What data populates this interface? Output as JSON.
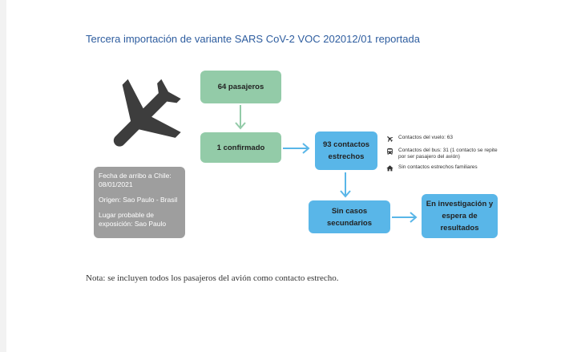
{
  "title": "Tercera importación de variante SARS CoV-2 VOC 202012/01 reportada",
  "boxes": {
    "pasajeros": "64 pasajeros",
    "confirmado": "1 confirmado",
    "contactos": "93 contactos estrechos",
    "sin_casos": "Sin casos secundarios",
    "investigacion": "En investigación y espera de resultados"
  },
  "info": {
    "fecha": "Fecha de arribo a Chile: 08/01/2021",
    "origen": "Origen: Sao Paulo - Brasil",
    "lugar": "Lugar probable de exposición: Sao Paulo"
  },
  "legend": [
    {
      "icon": "airplane-icon",
      "text": "Contactos del vuelo: 63"
    },
    {
      "icon": "bus-icon",
      "text": "Contactos del bus: 31 (1 contacto se repite por ser pasajero del avión)"
    },
    {
      "icon": "house-icon",
      "text": "Sin contactos estrechos familiares"
    }
  ],
  "note": "Nota: se incluyen todos los pasajeros del avión como contacto estrecho.",
  "colors": {
    "green": "#93cba8",
    "blue": "#59b6e8",
    "grey": "#9e9e9e",
    "title": "#2e5d9f",
    "arrow_green": "#93cba8",
    "arrow_blue": "#59b6e8"
  }
}
